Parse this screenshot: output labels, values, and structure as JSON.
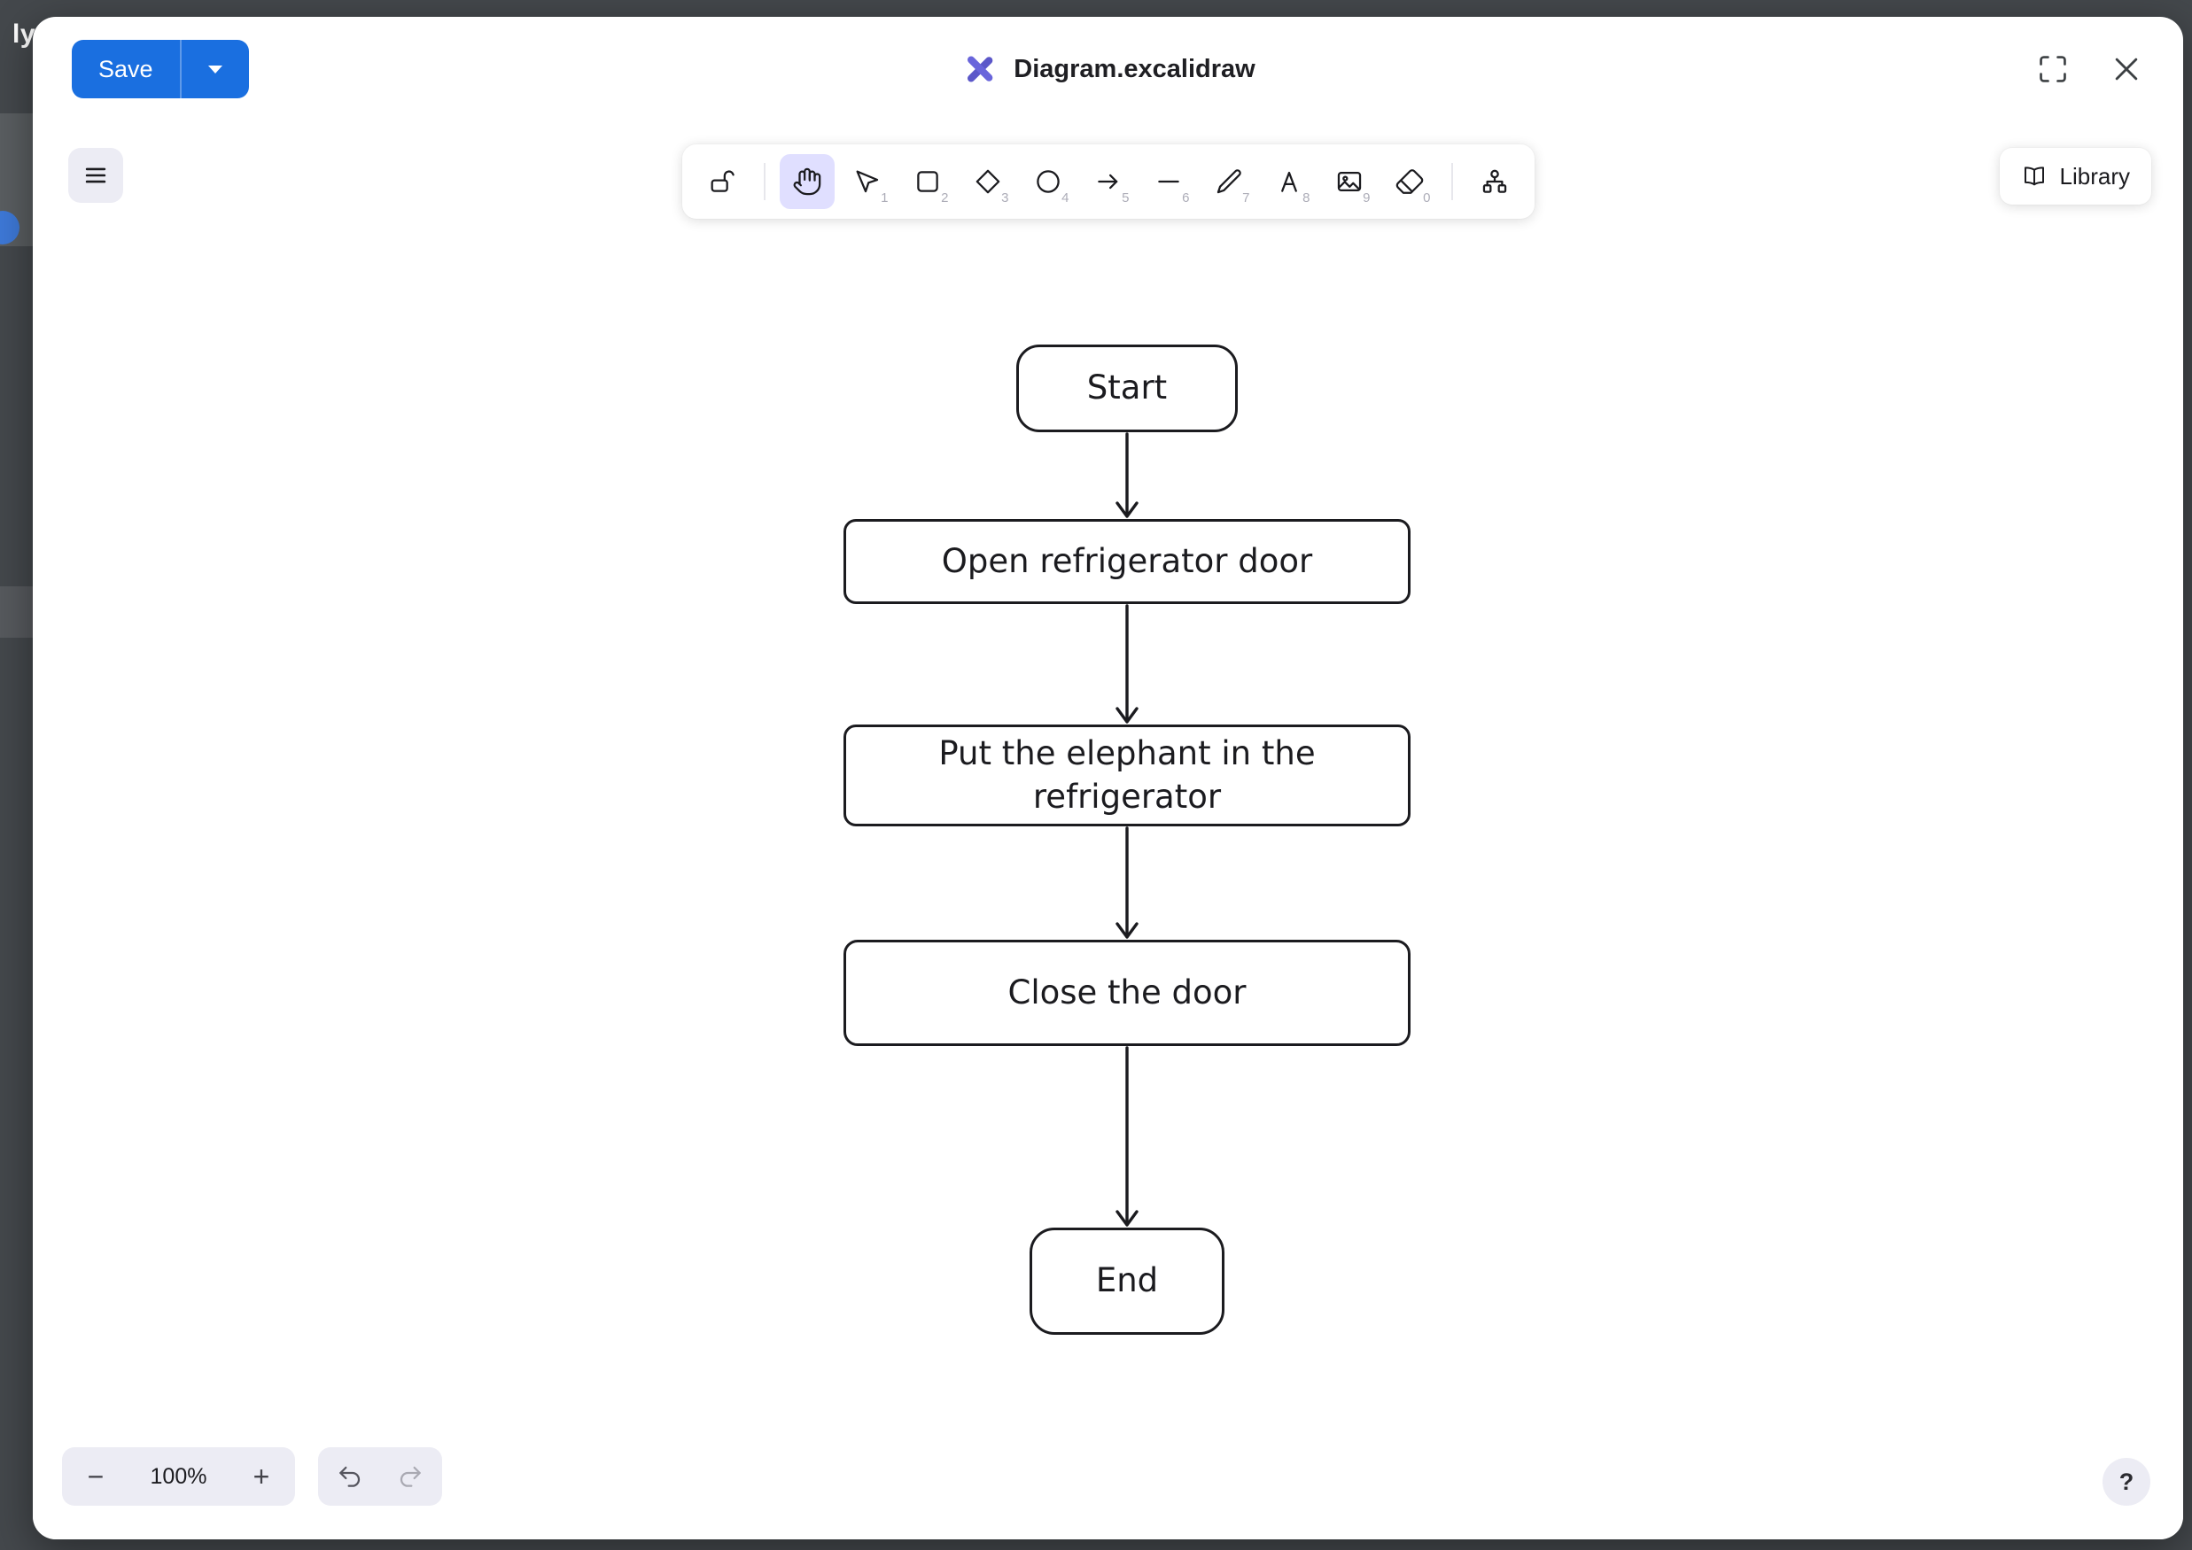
{
  "underlying_page": {
    "partial_text": "ly F"
  },
  "modal": {
    "header": {
      "save_label": "Save",
      "title": "Diagram.excalidraw"
    }
  },
  "toolbar": {
    "tools": [
      {
        "name": "lock",
        "shortcut": ""
      },
      {
        "name": "hand",
        "shortcut": "",
        "selected": true
      },
      {
        "name": "selection",
        "shortcut": "1"
      },
      {
        "name": "rectangle",
        "shortcut": "2"
      },
      {
        "name": "diamond",
        "shortcut": "3"
      },
      {
        "name": "ellipse",
        "shortcut": "4"
      },
      {
        "name": "arrow",
        "shortcut": "5"
      },
      {
        "name": "line",
        "shortcut": "6"
      },
      {
        "name": "draw",
        "shortcut": "7"
      },
      {
        "name": "text",
        "shortcut": "8"
      },
      {
        "name": "image",
        "shortcut": "9"
      },
      {
        "name": "eraser",
        "shortcut": "0"
      },
      {
        "name": "extra-tools",
        "shortcut": ""
      }
    ],
    "library_label": "Library"
  },
  "diagram": {
    "type": "flowchart",
    "nodes": [
      {
        "id": "start",
        "label": "Start"
      },
      {
        "id": "open",
        "label": "Open refrigerator door"
      },
      {
        "id": "put",
        "label": "Put the elephant in the refrigerator"
      },
      {
        "id": "close",
        "label": "Close the door"
      },
      {
        "id": "end",
        "label": "End"
      }
    ],
    "edges": [
      {
        "from": "start",
        "to": "open"
      },
      {
        "from": "open",
        "to": "put"
      },
      {
        "from": "put",
        "to": "close"
      },
      {
        "from": "close",
        "to": "end"
      }
    ]
  },
  "footer": {
    "zoom_out_label": "−",
    "zoom_level": "100%",
    "zoom_in_label": "+",
    "help_label": "?"
  },
  "colors": {
    "accent_blue": "#1a6fe0",
    "selected_tool_bg": "#e0dfff",
    "logo_purple": "#6965db",
    "stroke_dark": "#1b1b1f",
    "pill_bg": "#ececf4",
    "backdrop": "#44484c"
  }
}
